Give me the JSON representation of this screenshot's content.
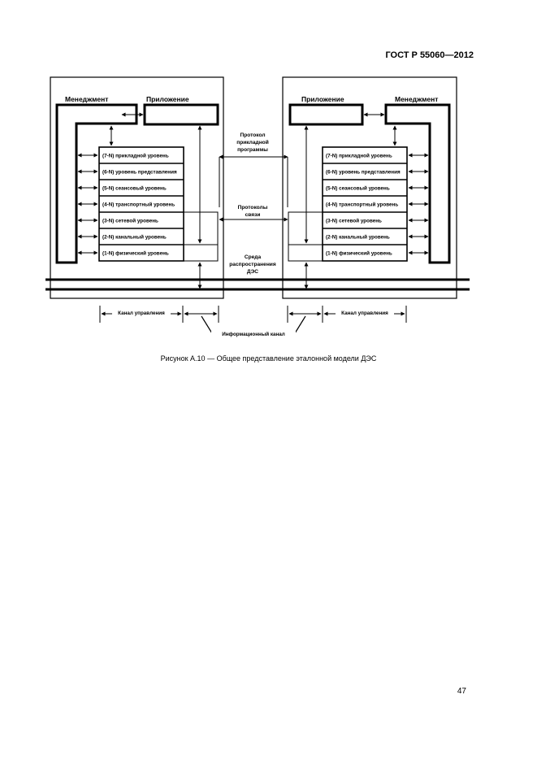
{
  "header": {
    "doc_code": "ГОСТ Р 55060—2012"
  },
  "figure": {
    "left": {
      "management": "Менеджмент",
      "application": "Приложение",
      "layers": [
        "(7-N) прикладной уровень",
        "(6-N) уровень представления",
        "(5-N) сеансовый уровень",
        "(4-N) транспортный уровень",
        "(3-N) сетевой уровень",
        "(2-N) канальный уровень",
        "(1-N) физический уровень"
      ]
    },
    "right": {
      "management": "Менеджмент",
      "application": "Приложение",
      "layers": [
        "(7-N) прикладной уровень",
        "(6-N) уровень представления",
        "(5-N) сеансовый уровень",
        "(4-N) транспортный уровень",
        "(3-N) сетевой уровень",
        "(2-N) канальный уровень",
        "(1-N) физический уровень"
      ]
    },
    "protocols": {
      "application_lines": [
        "Протокол",
        "прикладной",
        "программы"
      ],
      "network_lines": [
        "Протоколы",
        "связи"
      ],
      "medium_lines": [
        "Среда",
        "распространения",
        "ДЭС"
      ]
    },
    "control_channel": "Канал управления",
    "info_channel": "Информационный канал"
  },
  "caption": "Рисунок А.10 — Общее представление эталонной модели ДЭС",
  "page_number": "47"
}
